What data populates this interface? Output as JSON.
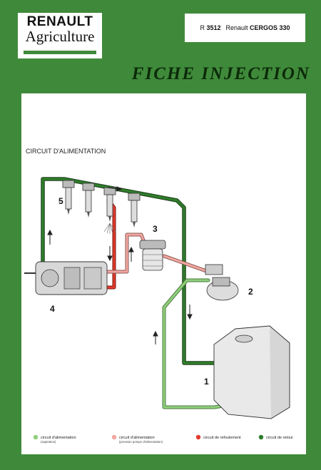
{
  "header": {
    "logo": {
      "brand": "RENAULT",
      "sub": "Agriculture"
    },
    "reference": {
      "code_prefix": "R",
      "code": "3512",
      "maker": "Renault",
      "model": "CERGOS 330"
    },
    "title": "FICHE INJECTION"
  },
  "diagram": {
    "heading": "CIRCUIT D'ALIMENTATION",
    "callouts": [
      "1",
      "2",
      "3",
      "4",
      "5"
    ]
  },
  "legend": [
    {
      "label": "circuit d'alimentation",
      "note": "(aspiration)",
      "color": "#8fcf7a"
    },
    {
      "label": "circuit d'alimentation",
      "note": "(pression pompe d'alimentation)",
      "color": "#f3a6a0"
    },
    {
      "label": "circuit de refoulement",
      "note": "",
      "color": "#e23a2c"
    },
    {
      "label": "circuit de retour",
      "note": "",
      "color": "#2f7d2a"
    }
  ],
  "colors": {
    "background": "#3f8a3a",
    "aspiration": "#8fcf7a",
    "pression": "#f3a6a0",
    "refoulement": "#e23a2c",
    "retour": "#2f7d2a"
  }
}
